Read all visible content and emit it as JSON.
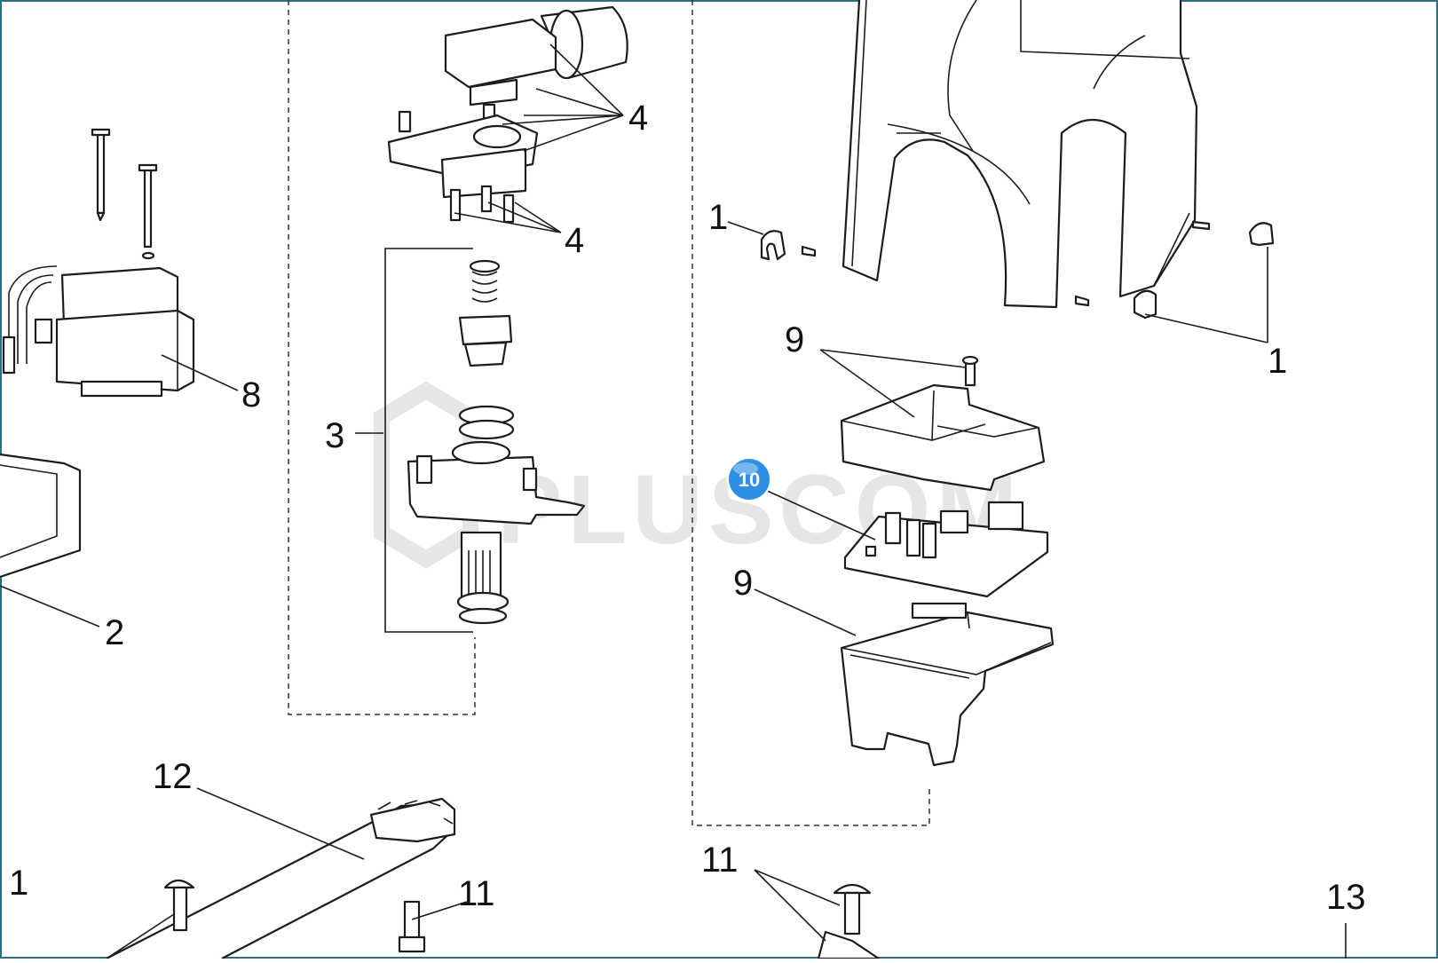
{
  "watermark": "PLUSCOM",
  "hotspot": {
    "label": "10",
    "color": "#2f8fe6"
  },
  "callouts": [
    {
      "id": "c1a",
      "label": "1"
    },
    {
      "id": "c1b",
      "label": "1"
    },
    {
      "id": "c1c",
      "label": "1"
    },
    {
      "id": "c2",
      "label": "2"
    },
    {
      "id": "c3",
      "label": "3"
    },
    {
      "id": "c4a",
      "label": "4"
    },
    {
      "id": "c4b",
      "label": "4"
    },
    {
      "id": "c8",
      "label": "8"
    },
    {
      "id": "c9a",
      "label": "9"
    },
    {
      "id": "c9b",
      "label": "9"
    },
    {
      "id": "c11a",
      "label": "11"
    },
    {
      "id": "c11b",
      "label": "11"
    },
    {
      "id": "c12",
      "label": "12"
    },
    {
      "id": "c13",
      "label": "13"
    }
  ],
  "colors": {
    "line": "#1c1c1c",
    "frame": "#2a6f84",
    "watermark": "#e6e6e6"
  }
}
